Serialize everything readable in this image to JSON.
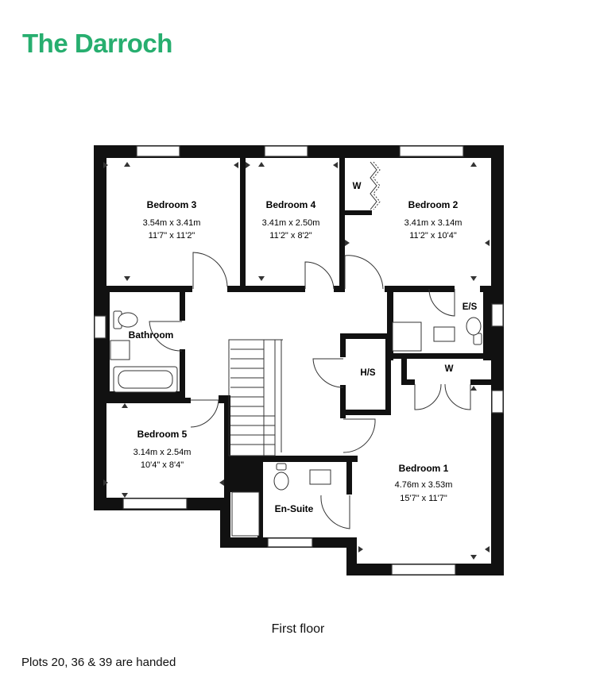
{
  "title": "The Darroch",
  "colors": {
    "brand": "#27ae6f",
    "wall": "#111111",
    "line": "#333333"
  },
  "rooms": {
    "bedroom3": {
      "name": "Bedroom 3",
      "metric": "3.54m x 3.41m",
      "imperial": "11'7\" x 11'2\""
    },
    "bedroom4": {
      "name": "Bedroom 4",
      "metric": "3.41m x 2.50m",
      "imperial": "11'2\" x 8'2\""
    },
    "bedroom2": {
      "name": "Bedroom 2",
      "metric": "3.41m x 3.14m",
      "imperial": "11'2\" x 10'4\""
    },
    "bedroom5": {
      "name": "Bedroom 5",
      "metric": "3.14m x 2.54m",
      "imperial": "10'4\" x 8'4\""
    },
    "bedroom1": {
      "name": "Bedroom 1",
      "metric": "4.76m x 3.53m",
      "imperial": "15'7\" x 11'7\""
    },
    "bathroom": {
      "name": "Bathroom"
    },
    "es": {
      "name": "E/S"
    },
    "ensuite": {
      "name": "En-Suite"
    },
    "hs": {
      "name": "H/S"
    },
    "wardrobe_b2": {
      "name": "W"
    },
    "wardrobe_b1": {
      "name": "W"
    }
  },
  "floor_label": "First floor",
  "note": "Plots 20, 36 & 39 are handed"
}
